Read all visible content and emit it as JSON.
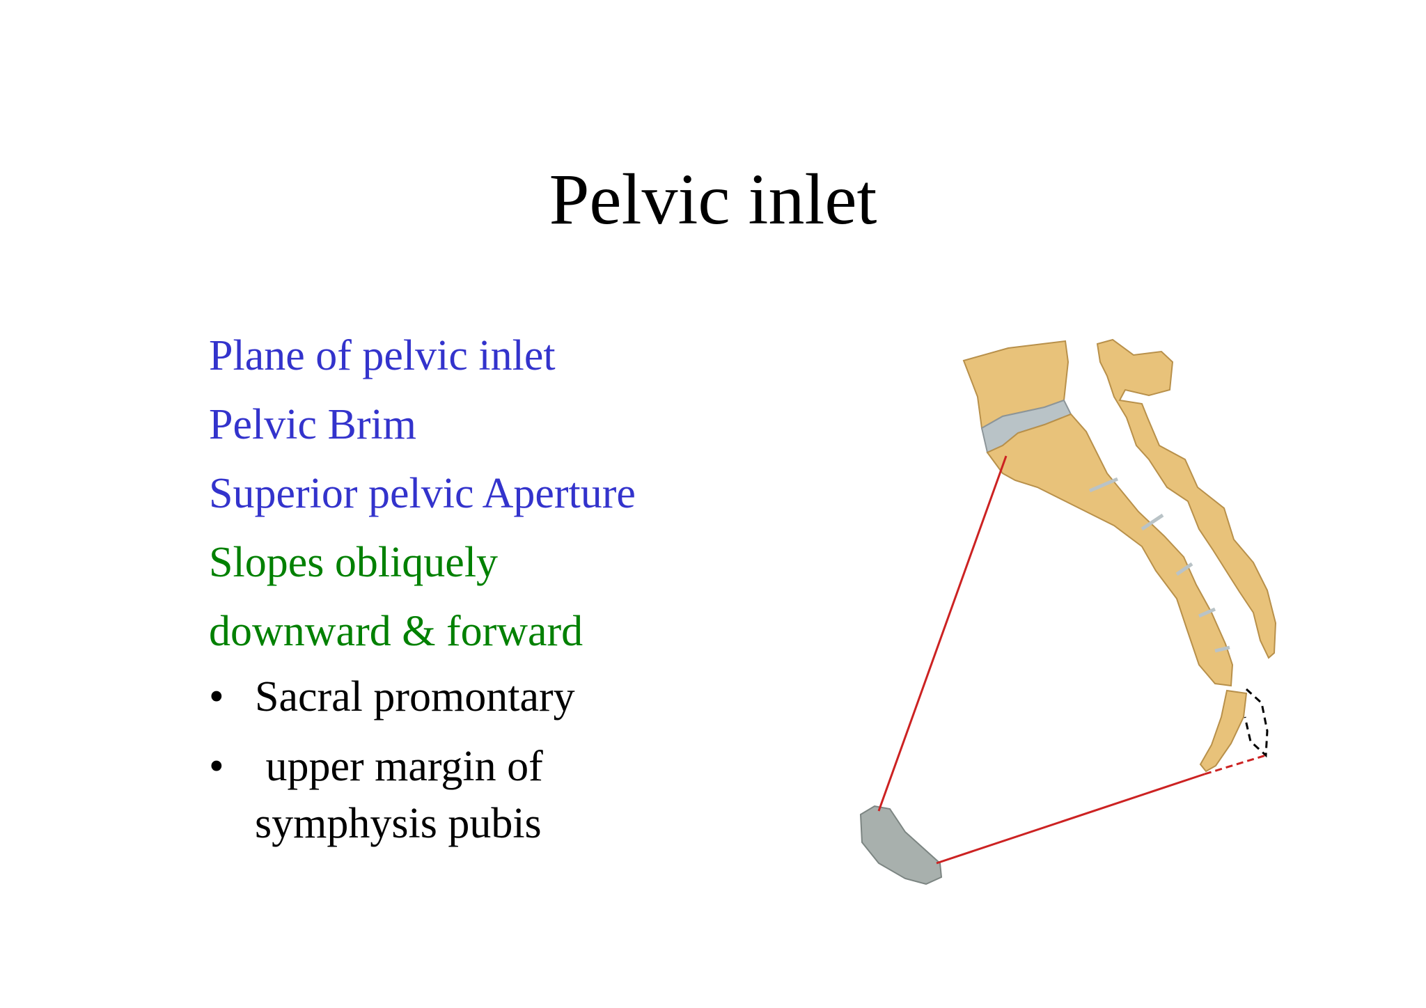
{
  "slide": {
    "title": "Pelvic inlet",
    "terms": [
      "Plane of pelvic inlet",
      "Pelvic Brim",
      "Superior pelvic Aperture"
    ],
    "orientation": [
      "Slopes obliquely",
      "downward & forward"
    ],
    "bullet_symbol": "•",
    "bullets": [
      {
        "line1": "Sacral promontary",
        "line2": ""
      },
      {
        "line1": " upper margin of",
        "line2": "symphysis pubis"
      }
    ]
  },
  "colors": {
    "term_text": "#3333cc",
    "orientation_text": "#008000",
    "inlet_line": "#cc2222",
    "bone_fill": "#e8c27a",
    "disc_fill": "#b9c3c7",
    "pubis_fill": "#a8b0ad"
  },
  "figure": {
    "description_icon": "sacrum-lateral-view-diagram"
  }
}
